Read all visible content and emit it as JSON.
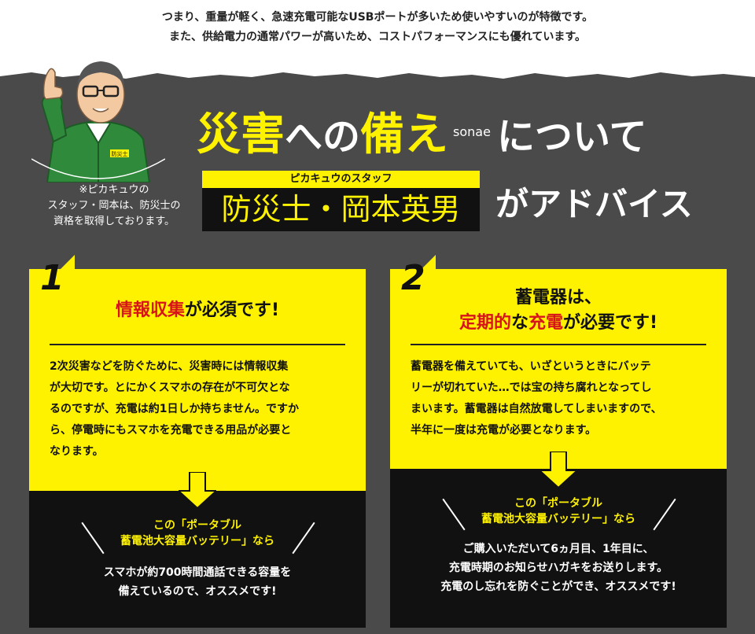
{
  "intro": {
    "line1": "つまり、重量が軽く、急速充電可能なUSBポートが多いため使いやすいのが特徴です。",
    "line2": "また、供給電力の通常パワーが高いため、コストパフォーマンスにも優れています。"
  },
  "header": {
    "title_part1": "災害",
    "title_part2": "への",
    "title_part3": "備え",
    "title_sonae": "sonae",
    "title_part4": "について",
    "staff_label": "ピカキュウのスタッフ",
    "staff_name": "防災士・岡本英男",
    "advise": "がアドバイス",
    "mascot_badge": "防災士",
    "note_line1": "※ピカキュウの",
    "note_line2": "スタッフ・岡本は、防災士の",
    "note_line3": "資格を取得しております。"
  },
  "cards": [
    {
      "number": "1",
      "title_red": "情報収集",
      "title_rest": "が必須です!",
      "body": [
        "2次災害などを防ぐために、災害時には情報収集",
        "が大切です。とにかくスマホの存在が不可欠とな",
        "るのですが、充電は約1日しか持ちません。ですか",
        "ら、停電時にもスマホを充電できる用品が必要と",
        "なります。"
      ],
      "product_line1": "この「ポータブル",
      "product_line2": "蓄電池大容量バッテリー」なら",
      "result": [
        "スマホが約700時間通話できる容量を",
        "備えているので、オススメです!"
      ]
    },
    {
      "number": "2",
      "title_line1": "蓄電器は、",
      "title_red1": "定期的",
      "title_mid": "な",
      "title_red2": "充電",
      "title_rest": "が必要です!",
      "body": [
        "蓄電器を備えていても、いざというときにバッテ",
        "リーが切れていた…では宝の持ち腐れとなってし",
        "まいます。蓄電器は自然放電してしまいますので、",
        "半年に一度は充電が必要となります。"
      ],
      "product_line1": "この「ポータブル",
      "product_line2": "蓄電池大容量バッテリー」なら",
      "result": [
        "ご購入いただいて6ヵ月目、1年目に、",
        "充電時期のお知らせハガキをお送りします。",
        "充電のし忘れを防ぐことができ、オススメです!"
      ]
    }
  ],
  "colors": {
    "dark_bg": "#4a4a4a",
    "accent_yellow": "#fff200",
    "accent_red": "#d7141a",
    "card_black": "#111111",
    "uniform_green": "#2f8a3c"
  }
}
